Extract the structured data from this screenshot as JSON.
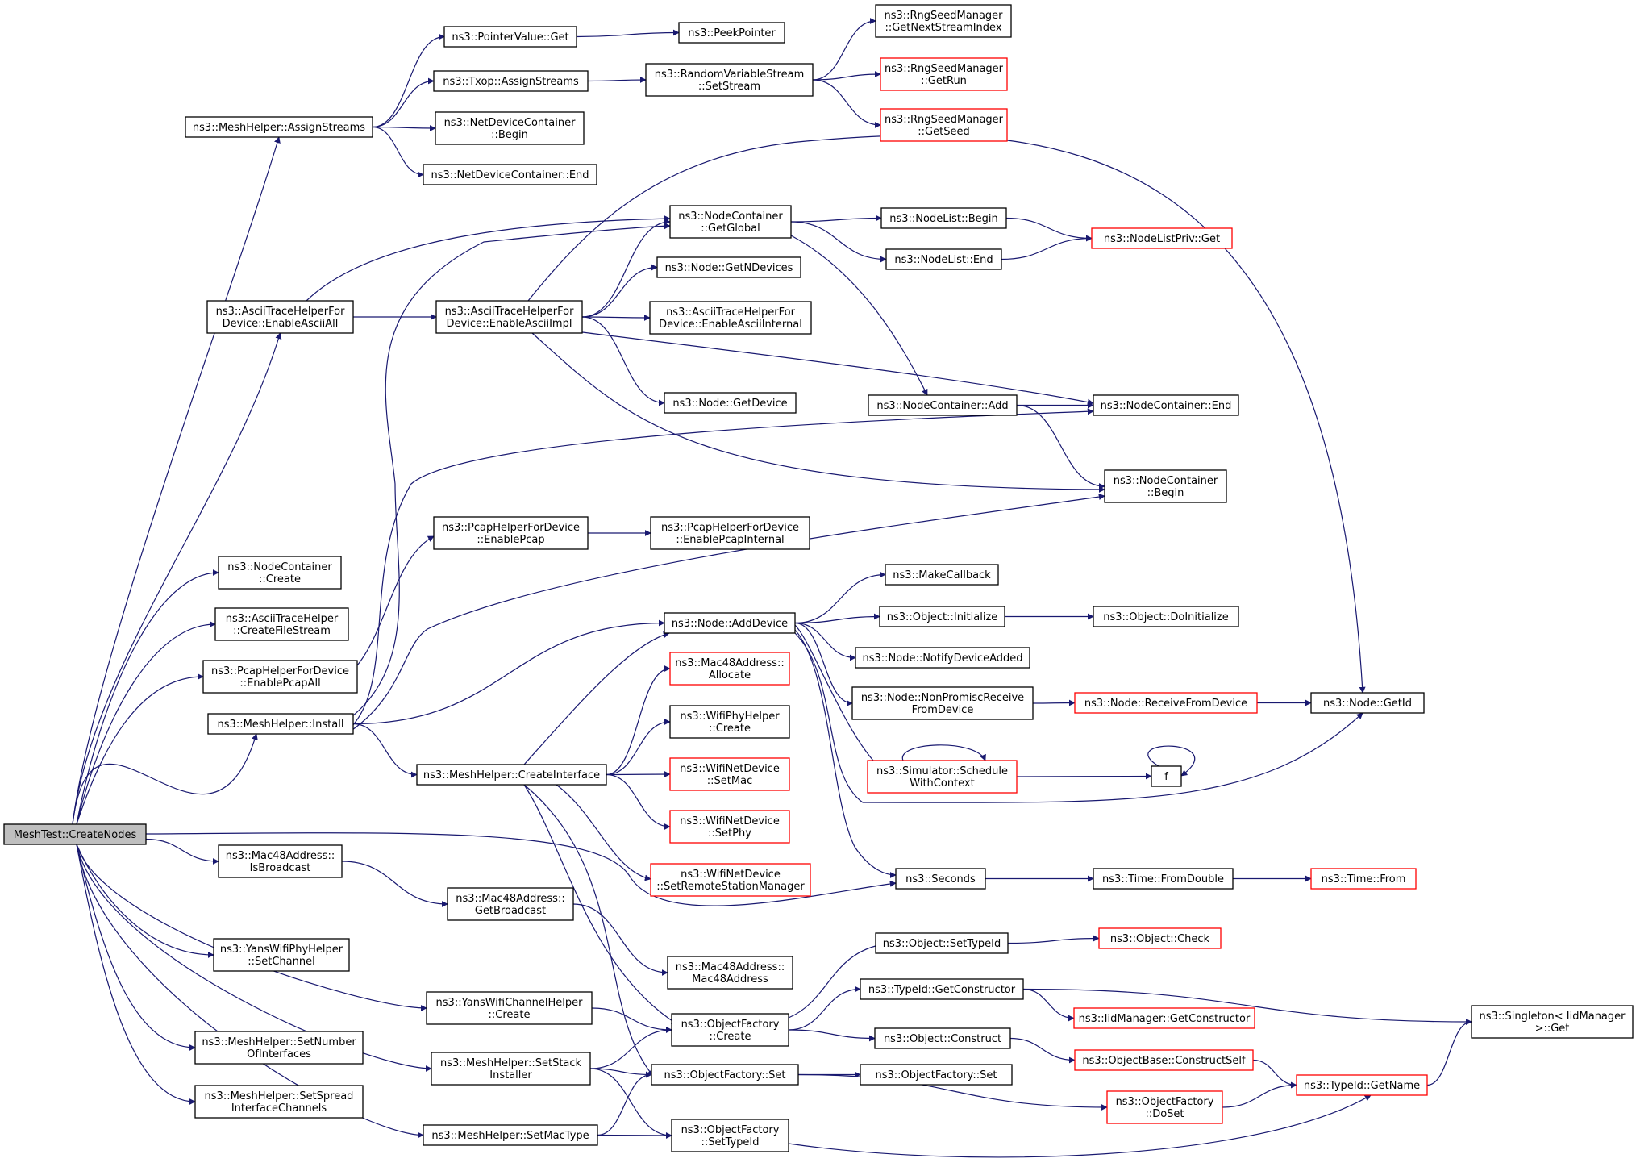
{
  "diagram": {
    "colors": {
      "edge": "#191970",
      "node_border": "#000000",
      "truncated_border": "#ff0000",
      "root_fill": "#bfbfbf"
    },
    "nodes": [
      {
        "id": "root",
        "lines": [
          "MeshTest::CreateNodes"
        ],
        "style": "root"
      },
      {
        "id": "assignStreams",
        "lines": [
          "ns3::MeshHelper::AssignStreams"
        ],
        "style": "normal"
      },
      {
        "id": "asciiAll",
        "lines": [
          "ns3::AsciiTraceHelperFor",
          "Device::EnableAsciiAll"
        ],
        "style": "normal"
      },
      {
        "id": "ncCreate",
        "lines": [
          "ns3::NodeContainer",
          "::Create"
        ],
        "style": "normal"
      },
      {
        "id": "createFileStream",
        "lines": [
          "ns3::AsciiTraceHelper",
          "::CreateFileStream"
        ],
        "style": "normal"
      },
      {
        "id": "pcapAll",
        "lines": [
          "ns3::PcapHelperForDevice",
          "::EnablePcapAll"
        ],
        "style": "normal"
      },
      {
        "id": "install",
        "lines": [
          "ns3::MeshHelper::Install"
        ],
        "style": "normal"
      },
      {
        "id": "isBroadcast",
        "lines": [
          "ns3::Mac48Address::",
          "IsBroadcast"
        ],
        "style": "normal"
      },
      {
        "id": "yansSetChannel",
        "lines": [
          "ns3::YansWifiPhyHelper",
          "::SetChannel"
        ],
        "style": "normal"
      },
      {
        "id": "setNumIf",
        "lines": [
          "ns3::MeshHelper::SetNumber",
          "OfInterfaces"
        ],
        "style": "normal"
      },
      {
        "id": "setSpread",
        "lines": [
          "ns3::MeshHelper::SetSpread",
          "InterfaceChannels"
        ],
        "style": "normal"
      },
      {
        "id": "setMacType",
        "lines": [
          "ns3::MeshHelper::SetMacType"
        ],
        "style": "normal"
      },
      {
        "id": "pvGet",
        "lines": [
          "ns3::PointerValue::Get"
        ],
        "style": "normal"
      },
      {
        "id": "txopAssign",
        "lines": [
          "ns3::Txop::AssignStreams"
        ],
        "style": "normal"
      },
      {
        "id": "ndcBegin",
        "lines": [
          "ns3::NetDeviceContainer",
          "::Begin"
        ],
        "style": "normal"
      },
      {
        "id": "ndcEnd",
        "lines": [
          "ns3::NetDeviceContainer::End"
        ],
        "style": "normal"
      },
      {
        "id": "peekPointer",
        "lines": [
          "ns3::PeekPointer"
        ],
        "style": "normal"
      },
      {
        "id": "rvsSetStream",
        "lines": [
          "ns3::RandomVariableStream",
          "::SetStream"
        ],
        "style": "normal"
      },
      {
        "id": "rngNext",
        "lines": [
          "ns3::RngSeedManager",
          "::GetNextStreamIndex"
        ],
        "style": "normal"
      },
      {
        "id": "rngRun",
        "lines": [
          "ns3::RngSeedManager",
          "::GetRun"
        ],
        "style": "red"
      },
      {
        "id": "rngSeed",
        "lines": [
          "ns3::RngSeedManager",
          "::GetSeed"
        ],
        "style": "red"
      },
      {
        "id": "ncGetGlobal",
        "lines": [
          "ns3::NodeContainer",
          "::GetGlobal"
        ],
        "style": "normal"
      },
      {
        "id": "asciiImpl",
        "lines": [
          "ns3::AsciiTraceHelperFor",
          "Device::EnableAsciiImpl"
        ],
        "style": "normal"
      },
      {
        "id": "getNDevices",
        "lines": [
          "ns3::Node::GetNDevices"
        ],
        "style": "normal"
      },
      {
        "id": "asciiInternal",
        "lines": [
          "ns3::AsciiTraceHelperFor",
          "Device::EnableAsciiInternal"
        ],
        "style": "normal"
      },
      {
        "id": "getDevice",
        "lines": [
          "ns3::Node::GetDevice"
        ],
        "style": "normal"
      },
      {
        "id": "nlBegin",
        "lines": [
          "ns3::NodeList::Begin"
        ],
        "style": "normal"
      },
      {
        "id": "nlEnd",
        "lines": [
          "ns3::NodeList::End"
        ],
        "style": "normal"
      },
      {
        "id": "nlPrivGet",
        "lines": [
          "ns3::NodeListPriv::Get"
        ],
        "style": "red"
      },
      {
        "id": "ncAdd",
        "lines": [
          "ns3::NodeContainer::Add"
        ],
        "style": "normal"
      },
      {
        "id": "ncEnd",
        "lines": [
          "ns3::NodeContainer::End"
        ],
        "style": "normal"
      },
      {
        "id": "ncBegin",
        "lines": [
          "ns3::NodeContainer",
          "::Begin"
        ],
        "style": "normal"
      },
      {
        "id": "enablePcap",
        "lines": [
          "ns3::PcapHelperForDevice",
          "::EnablePcap"
        ],
        "style": "normal"
      },
      {
        "id": "pcapInternal",
        "lines": [
          "ns3::PcapHelperForDevice",
          "::EnablePcapInternal"
        ],
        "style": "normal"
      },
      {
        "id": "makeCallback",
        "lines": [
          "ns3::MakeCallback"
        ],
        "style": "normal"
      },
      {
        "id": "nodeAddDevice",
        "lines": [
          "ns3::Node::AddDevice"
        ],
        "style": "normal"
      },
      {
        "id": "objInit",
        "lines": [
          "ns3::Object::Initialize"
        ],
        "style": "normal"
      },
      {
        "id": "objDoInit",
        "lines": [
          "ns3::Object::DoInitialize"
        ],
        "style": "normal"
      },
      {
        "id": "notifyAdded",
        "lines": [
          "ns3::Node::NotifyDeviceAdded"
        ],
        "style": "normal"
      },
      {
        "id": "nonPromisc",
        "lines": [
          "ns3::Node::NonPromiscReceive",
          "FromDevice"
        ],
        "style": "normal"
      },
      {
        "id": "recvFromDev",
        "lines": [
          "ns3::Node::ReceiveFromDevice"
        ],
        "style": "red"
      },
      {
        "id": "nodeGetId",
        "lines": [
          "ns3::Node::GetId"
        ],
        "style": "normal"
      },
      {
        "id": "macAllocate",
        "lines": [
          "ns3::Mac48Address::",
          "Allocate"
        ],
        "style": "red"
      },
      {
        "id": "wifiPhyCreate",
        "lines": [
          "ns3::WifiPhyHelper",
          "::Create"
        ],
        "style": "normal"
      },
      {
        "id": "createIf",
        "lines": [
          "ns3::MeshHelper::CreateInterface"
        ],
        "style": "normal"
      },
      {
        "id": "wndSetMac",
        "lines": [
          "ns3::WifiNetDevice",
          "::SetMac"
        ],
        "style": "red"
      },
      {
        "id": "schedCtx",
        "lines": [
          "ns3::Simulator::Schedule",
          "WithContext"
        ],
        "style": "red"
      },
      {
        "id": "f",
        "lines": [
          "f"
        ],
        "style": "normal"
      },
      {
        "id": "wndSetPhy",
        "lines": [
          "ns3::WifiNetDevice",
          "::SetPhy"
        ],
        "style": "red"
      },
      {
        "id": "wndSetRsm",
        "lines": [
          "ns3::WifiNetDevice",
          "::SetRemoteStationManager"
        ],
        "style": "red"
      },
      {
        "id": "seconds",
        "lines": [
          "ns3::Seconds"
        ],
        "style": "normal"
      },
      {
        "id": "timeFromDouble",
        "lines": [
          "ns3::Time::FromDouble"
        ],
        "style": "normal"
      },
      {
        "id": "timeFrom",
        "lines": [
          "ns3::Time::From"
        ],
        "style": "red"
      },
      {
        "id": "macGetBroadcast",
        "lines": [
          "ns3::Mac48Address::",
          "GetBroadcast"
        ],
        "style": "normal"
      },
      {
        "id": "macCtor",
        "lines": [
          "ns3::Mac48Address::",
          "Mac48Address"
        ],
        "style": "normal"
      },
      {
        "id": "objSetTypeId",
        "lines": [
          "ns3::Object::SetTypeId"
        ],
        "style": "normal"
      },
      {
        "id": "objCheck",
        "lines": [
          "ns3::Object::Check"
        ],
        "style": "red"
      },
      {
        "id": "yansChanCreate",
        "lines": [
          "ns3::YansWifiChannelHelper",
          "::Create"
        ],
        "style": "normal"
      },
      {
        "id": "ofCreate",
        "lines": [
          "ns3::ObjectFactory",
          "::Create"
        ],
        "style": "normal"
      },
      {
        "id": "tidGetCtor",
        "lines": [
          "ns3::TypeId::GetConstructor"
        ],
        "style": "normal"
      },
      {
        "id": "iidGetCtor",
        "lines": [
          "ns3::IidManager::GetConstructor"
        ],
        "style": "red"
      },
      {
        "id": "singletonGet",
        "lines": [
          "ns3::Singleton< IidManager",
          " >::Get"
        ],
        "style": "normal"
      },
      {
        "id": "objConstruct",
        "lines": [
          "ns3::Object::Construct"
        ],
        "style": "normal"
      },
      {
        "id": "setStack",
        "lines": [
          "ns3::MeshHelper::SetStack",
          "Installer"
        ],
        "style": "normal"
      },
      {
        "id": "obConstructSelf",
        "lines": [
          "ns3::ObjectBase::ConstructSelf"
        ],
        "style": "red"
      },
      {
        "id": "ofSet",
        "lines": [
          "ns3::ObjectFactory::Set"
        ],
        "style": "normal"
      },
      {
        "id": "ofSet2",
        "lines": [
          "ns3::ObjectFactory::Set"
        ],
        "style": "normal"
      },
      {
        "id": "tidGetName",
        "lines": [
          "ns3::TypeId::GetName"
        ],
        "style": "red"
      },
      {
        "id": "ofDoSet",
        "lines": [
          "ns3::ObjectFactory",
          "::DoSet"
        ],
        "style": "red"
      },
      {
        "id": "ofSetTypeId",
        "lines": [
          "ns3::ObjectFactory",
          "::SetTypeId"
        ],
        "style": "normal"
      }
    ]
  }
}
